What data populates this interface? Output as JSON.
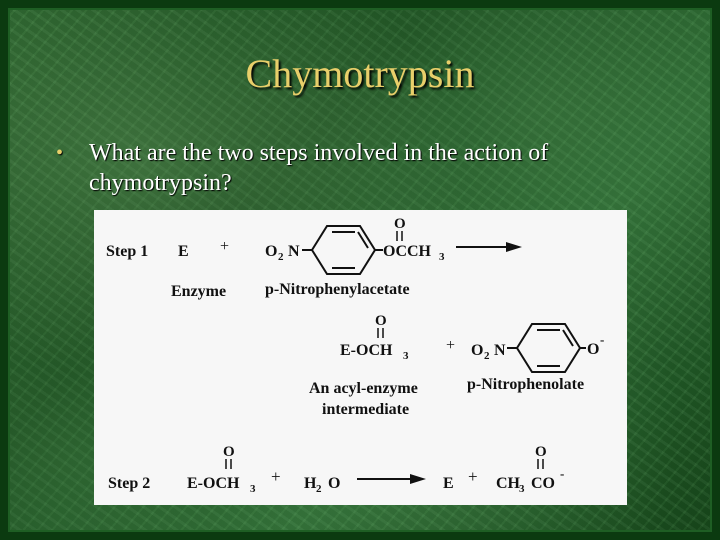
{
  "slide": {
    "title": "Chymotrypsin",
    "bullet_line1": "What are the two steps involved in the action of",
    "bullet_line2": "chymotrypsin?",
    "bullet_symbol": "•"
  },
  "scheme": {
    "step1_label": "Step 1",
    "step2_label": "Step 2",
    "enzyme_symbol": "E",
    "plus": "+",
    "enzyme_name": "Enzyme",
    "substrate_name": "p-Nitrophenylacetate",
    "acyl_name_line1": "An acyl-enzyme",
    "acyl_name_line2": "intermediate",
    "product_name": "p-Nitrophenolate",
    "carbonyl_o": "O",
    "o2n_o": "O",
    "o2n_sub": "2",
    "o2n_n": "N",
    "ester_group": "OCCH",
    "ester_sub": "3",
    "acyl_enzyme_left": "E-OCH",
    "acyl_enzyme_sub": "3",
    "phenolate_o": "O",
    "phenolate_charge": "-",
    "water_h": "H",
    "water_sub": "2",
    "water_o": "O",
    "acetate_ch": "CH",
    "acetate_sub": "3",
    "acetate_co": "CO",
    "acetate_charge": "-"
  },
  "colors": {
    "title": "#e8cf6a",
    "bullet": "#e8cf6a",
    "text": "#ffffff",
    "panel": "#f7f7f7"
  }
}
